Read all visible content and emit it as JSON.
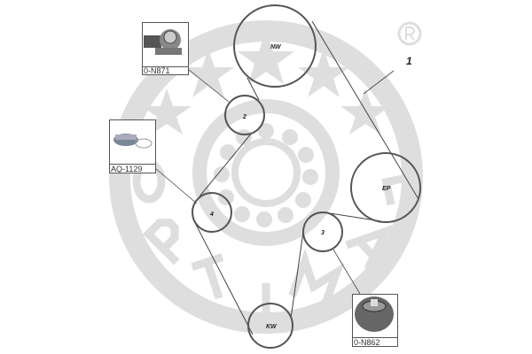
{
  "watermark": {
    "brand": "OPTIMAL",
    "registered_mark": "®",
    "color": "#dcdcdc"
  },
  "pulleys": [
    {
      "id": "nw",
      "label": "NW"
    },
    {
      "id": "p2",
      "label": "2"
    },
    {
      "id": "p4",
      "label": "4"
    },
    {
      "id": "p3",
      "label": "3"
    },
    {
      "id": "ep",
      "label": "EP"
    },
    {
      "id": "kw",
      "label": "KW"
    }
  ],
  "belt_label": "1",
  "parts": [
    {
      "code": "0-N871"
    },
    {
      "code": "AQ-1129"
    },
    {
      "code": "0-N862"
    }
  ],
  "line_color": "#444444"
}
